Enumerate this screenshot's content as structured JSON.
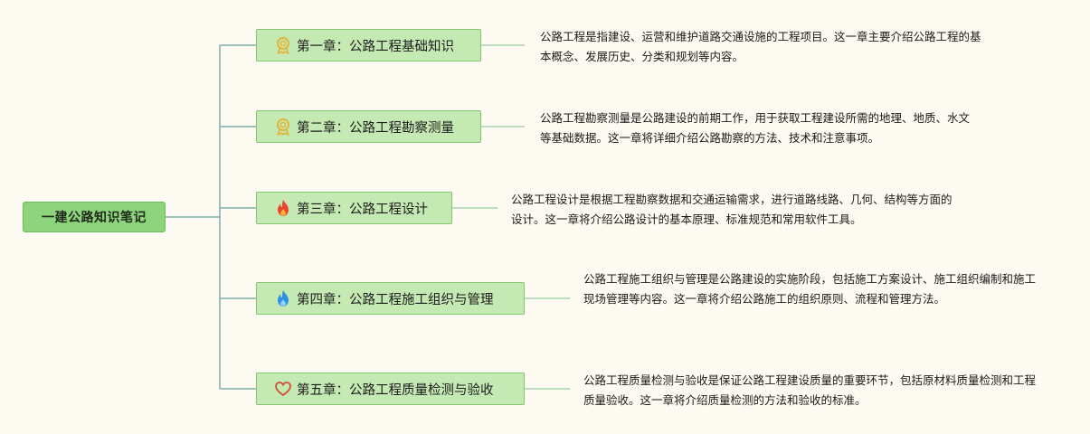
{
  "root": {
    "label": "一建公路知识笔记"
  },
  "chapters": [
    {
      "icon": "medal-icon",
      "title": "第一章：公路工程基础知识",
      "desc": "公路工程是指建设、运营和维护道路交通设施的工程项目。这一章主要介绍公路工程的基本概念、发展历史、分类和规划等内容。"
    },
    {
      "icon": "medal-icon",
      "title": "第二章：公路工程勘察测量",
      "desc": "公路工程勘察测量是公路建设的前期工作，用于获取工程建设所需的地理、地质、水文等基础数据。这一章将详细介绍公路勘察的方法、技术和注意事项。"
    },
    {
      "icon": "fire-icon",
      "title": "第三章：公路工程设计",
      "desc": "公路工程设计是根据工程勘察数据和交通运输需求，进行道路线路、几何、结构等方面的设计。这一章将介绍公路设计的基本原理、标准规范和常用软件工具。"
    },
    {
      "icon": "blue-flame-icon",
      "title": "第四章：公路工程施工组织与管理",
      "desc": "公路工程施工组织与管理是公路建设的实施阶段，包括施工方案设计、施工组织编制和施工现场管理等内容。这一章将介绍公路施工的组织原则、流程和管理方法。"
    },
    {
      "icon": "heart-icon",
      "title": "第五章：公路工程质量检测与验收",
      "desc": "公路工程质量检测与验收是保证公路工程建设质量的重要环节，包括原材料质量检测和工程质量验收。这一章将介绍质量检测的方法和验收的标准。"
    }
  ],
  "colors": {
    "background": "#fdfbf1",
    "root_fill": "#8ed47c",
    "chapter_fill": "#c4e9b2",
    "connector": "#7fb0a8"
  }
}
